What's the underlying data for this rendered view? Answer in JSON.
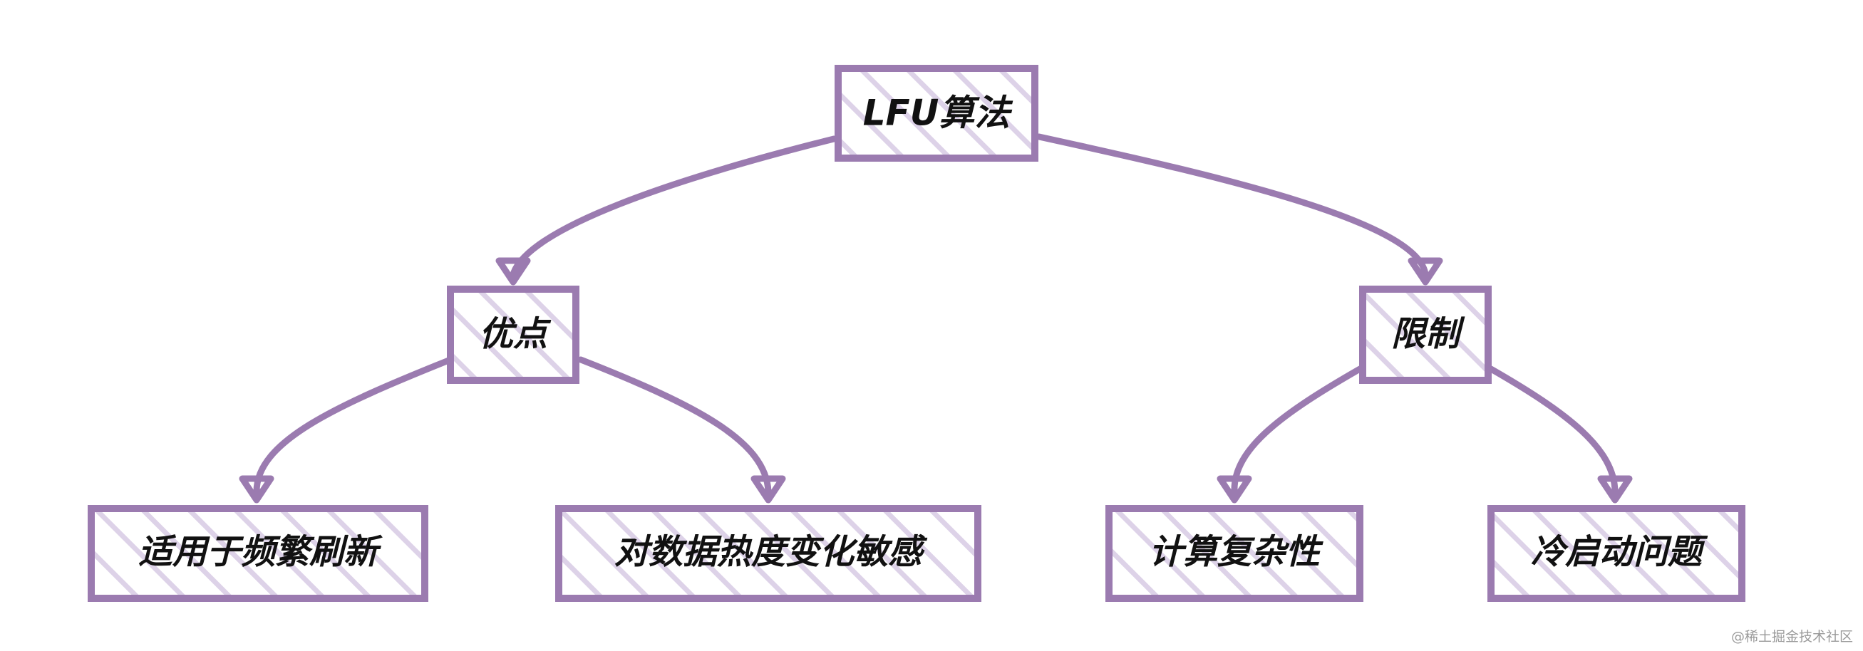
{
  "colors": {
    "accent": "#9b7bb0",
    "hatch": "#ddd2e8",
    "text": "#111111",
    "background": "#ffffff"
  },
  "nodes": {
    "root": "LFU算法",
    "pros": "优点",
    "limits": "限制",
    "pro1": "适用于频繁刷新",
    "pro2": "对数据热度变化敏感",
    "lim1": "计算复杂性",
    "lim2": "冷启动问题"
  },
  "edges": [
    {
      "from": "root",
      "to": "pros"
    },
    {
      "from": "root",
      "to": "limits"
    },
    {
      "from": "pros",
      "to": "pro1"
    },
    {
      "from": "pros",
      "to": "pro2"
    },
    {
      "from": "limits",
      "to": "lim1"
    },
    {
      "from": "limits",
      "to": "lim2"
    }
  ],
  "watermark": "@稀土掘金技术社区"
}
